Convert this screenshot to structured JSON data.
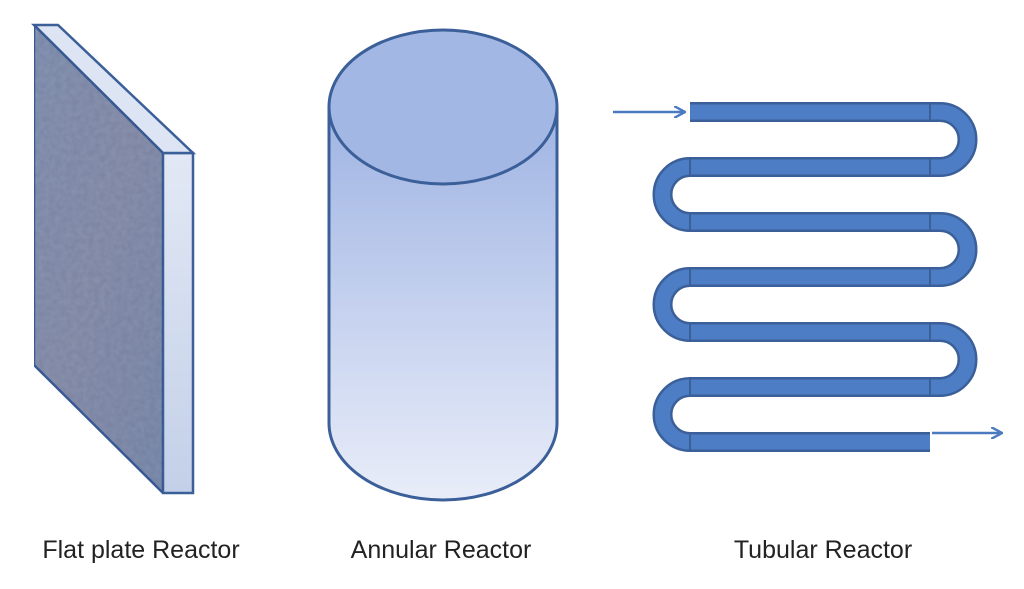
{
  "reactors": [
    {
      "label": "Flat plate Reactor",
      "icon": "flat-plate-panel"
    },
    {
      "label": "Annular Reactor",
      "icon": "annular-cylinder"
    },
    {
      "label": "Tubular Reactor",
      "icon": "serpentine-tube"
    }
  ],
  "colors": {
    "outline": "#3b5f99",
    "tube_fill": "#4d7dc4",
    "cylinder_top": "#9fb4e3",
    "cylinder_bottom": "#e9edf9",
    "panel_front": "#7f93b4",
    "panel_edge": "#cfd9ee",
    "arrow": "#4b7ac0"
  }
}
